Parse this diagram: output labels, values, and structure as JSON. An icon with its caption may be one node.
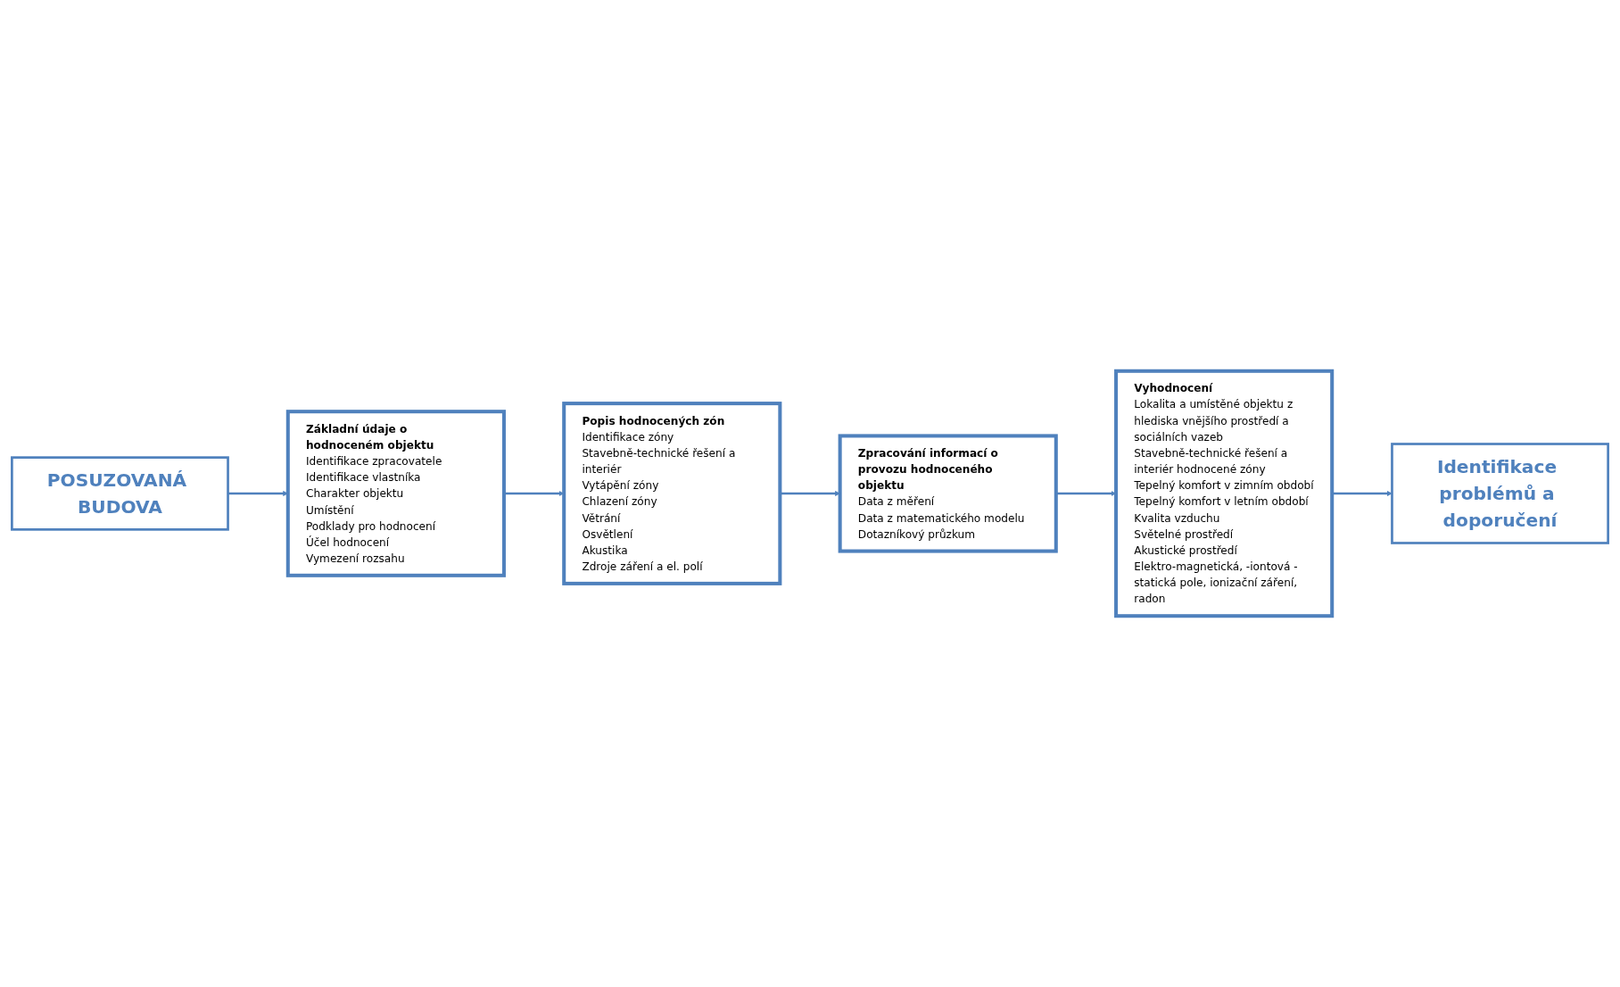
{
  "diagram": {
    "nodes": [
      {
        "text": [
          "POSUZOVANÁ BUDOVA"
        ]
      },
      {
        "text": [
          "Základní údaje o hodnoceném objektu",
          "Identifikace zpracovatele",
          "Identifikace vlastníka",
          "Charakter objektu",
          "Umístění",
          "Podklady pro hodnocení",
          "Účel hodnocení",
          "Vymezení rozsahu"
        ]
      },
      {
        "text": [
          "Popis hodnocených zón",
          "Identifikace zóny",
          "Stavebně-technické řešení a interiér",
          "Vytápění zóny",
          "Chlazení zóny",
          "Větrání",
          "Osvětlení",
          "Akustika",
          "Zdroje záření a el. polí"
        ]
      },
      {
        "text": [
          "Zpracování informací o provozu hodnoceného objektu",
          "Data z měření",
          "Data z matematického modelu",
          "Dotazníkový průzkum"
        ]
      },
      {
        "text": [
          "Vyhodnocení",
          "Lokalita a umístěné objektu z hlediska vnějšího prostředí a sociálních vazeb",
          "Stavebně-technické řešení a interiér hodnocené zóny",
          "Tepelný komfort v zimním období",
          "Tepelný komfort v letním období",
          "Kvalita vzduchu",
          "Světelné prostředí",
          "Akustické prostředí",
          "Elektro-magnetická, -iontová -statická pole, ionizační záření, radon"
        ]
      },
      {
        "text": [
          "Identifikace problémů a doporučení"
        ]
      }
    ],
    "edges": [
      {
        "from": 0,
        "to": 1,
        "arrow": "to"
      },
      {
        "from": 1,
        "to": 2,
        "arrow": "to"
      },
      {
        "from": 2,
        "to": 3,
        "arrow": "to"
      },
      {
        "from": 3,
        "to": 4,
        "arrow": "to"
      },
      {
        "from": 4,
        "to": 5,
        "arrow": "to"
      }
    ]
  }
}
